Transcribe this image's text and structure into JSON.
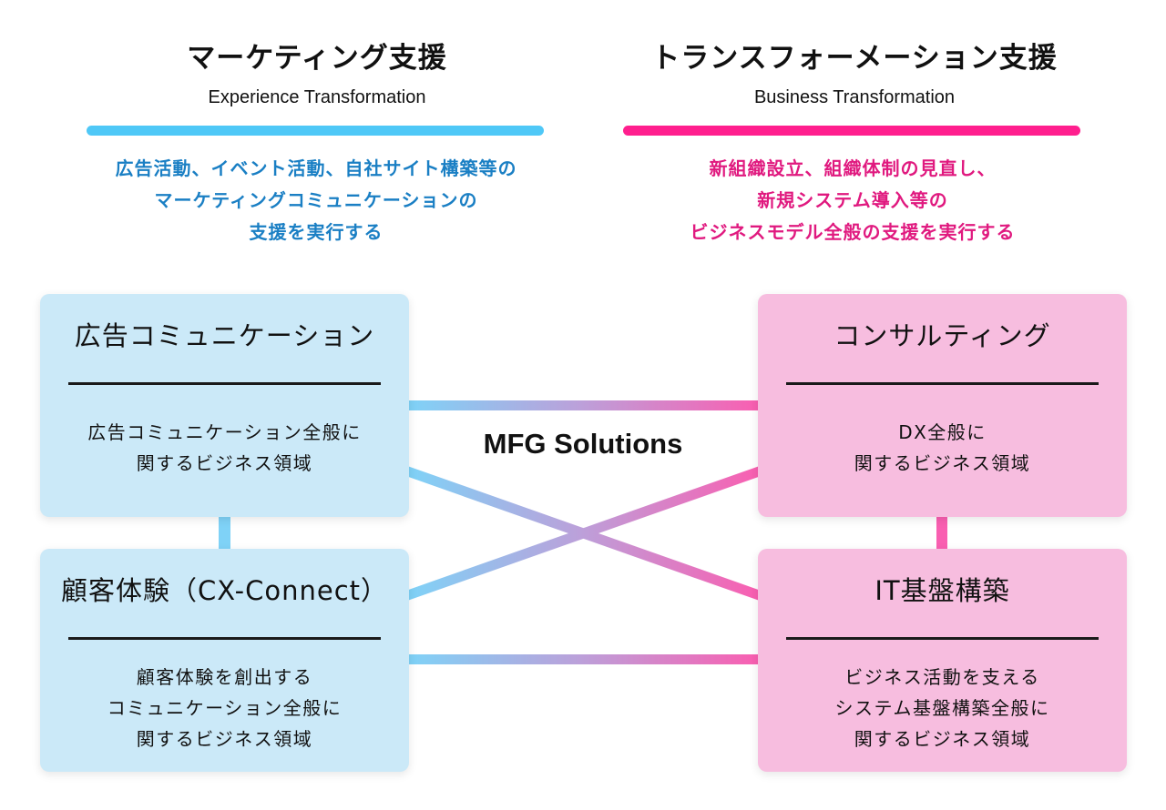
{
  "colors": {
    "blue_accent": "#4fc8f7",
    "pink_accent": "#ff1f8e",
    "blue_text": "#1a7fc4",
    "pink_text": "#e0197f",
    "blue_box": "#cbe9f8",
    "pink_box": "#f7bddf",
    "link_blue": "#7fd2f7",
    "link_pink": "#f95fb1"
  },
  "columns": {
    "left": {
      "title": "マーケティング支援",
      "subtitle": "Experience Transformation",
      "description": [
        "広告活動、イベント活動、自社サイト構築等の",
        "マーケティングコミュニケーションの",
        "支援を実行する"
      ]
    },
    "right": {
      "title": "トランスフォーメーション支援",
      "subtitle": "Business Transformation",
      "description": [
        "新組織設立、組織体制の見直し、",
        "新規システム導入等の",
        "ビジネスモデル全般の支援を実行する"
      ]
    }
  },
  "center": {
    "label": "MFG Solutions"
  },
  "boxes": {
    "ad_communication": {
      "title": "広告コミュニケーション",
      "body": [
        "広告コミュニケーション全般に",
        "関するビジネス領域"
      ]
    },
    "customer_experience": {
      "title": "顧客体験（CX-Connect）",
      "body": [
        "顧客体験を創出する",
        "コミュニケーション全般に",
        "関するビジネス領域"
      ]
    },
    "consulting": {
      "title": "コンサルティング",
      "body": [
        "DX全般に",
        "関するビジネス領域"
      ]
    },
    "it_infrastructure": {
      "title": "IT基盤構築",
      "body": [
        "ビジネス活動を支える",
        "システム基盤構築全般に",
        "関するビジネス領域"
      ]
    }
  },
  "connections": [
    {
      "from": "ad_communication",
      "to": "consulting"
    },
    {
      "from": "ad_communication",
      "to": "it_infrastructure"
    },
    {
      "from": "customer_experience",
      "to": "consulting"
    },
    {
      "from": "customer_experience",
      "to": "it_infrastructure"
    },
    {
      "from": "ad_communication",
      "to": "customer_experience"
    },
    {
      "from": "consulting",
      "to": "it_infrastructure"
    }
  ]
}
